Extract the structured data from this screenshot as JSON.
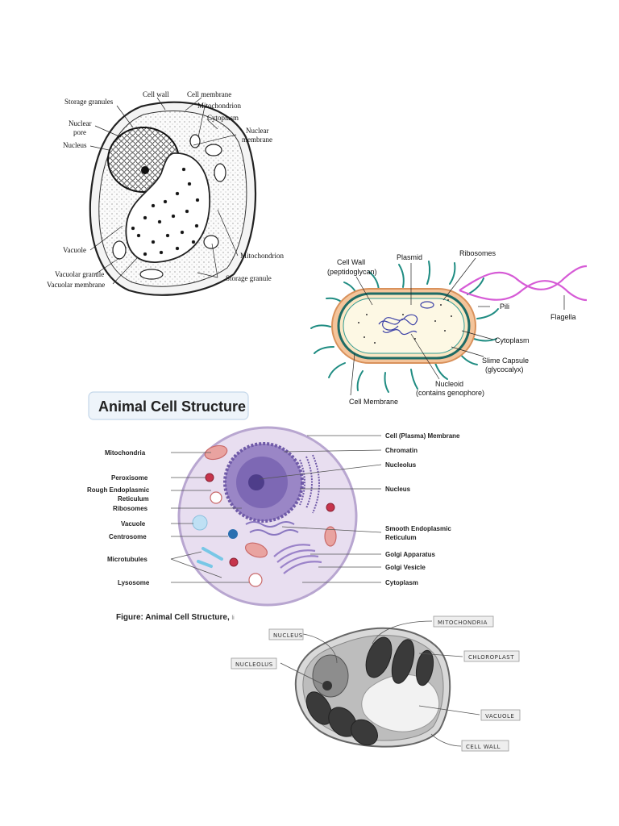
{
  "plant_cell": {
    "labels": {
      "storage_granules": "Storage granules",
      "cell_wall": "Cell wall",
      "cell_membrane": "Cell membrane",
      "mitochondrion_top": "Mitochondrion",
      "cytoplasm": "Cytoplasm",
      "nuclear_pore_1": "Nuclear",
      "nuclear_pore_2": "pore",
      "nucleus": "Nucleus",
      "nuclear_membrane_1": "Nuclear",
      "nuclear_membrane_2": "membrane",
      "vacuole": "Vacuole",
      "mitochondrion_bottom": "Mitochondrion",
      "vacuolar_granule": "Vacuolar granule",
      "storage_granule": "Storage granule",
      "vacuolar_membrane": "Vacuolar membrane"
    }
  },
  "bacterial_cell": {
    "labels": {
      "ribosomes": "Ribosomes",
      "plasmid": "Plasmid",
      "cell_wall_1": "Cell Wall",
      "cell_wall_2": "(peptidoglycan)",
      "pili": "Pili",
      "flagella": "Flagella",
      "cytoplasm": "Cytoplasm",
      "slime_capsule_1": "Slime Capsule",
      "slime_capsule_2": "(glycocalyx)",
      "nucleoid_1": "Nucleoid",
      "nucleoid_2": "(contains genophore)",
      "cell_membrane": "Cell Membrane"
    }
  },
  "animal_cell": {
    "title": "Animal Cell Structure",
    "caption_bold": "Figure: Animal Cell Structure,",
    "caption_rest": "li",
    "labels_left": {
      "mitochondria": "Mitochondria",
      "peroxisome": "Peroxisome",
      "rough_er_1": "Rough Endoplasmic",
      "rough_er_2": "Reticulum",
      "ribosomes": "Ribosomes",
      "vacuole": "Vacuole",
      "centrosome": "Centrosome",
      "microtubules": "Microtubules",
      "lysosome": "Lysosome"
    },
    "labels_right": {
      "cell_membrane": "Cell (Plasma) Membrane",
      "chromatin": "Chromatin",
      "nucleolus": "Nucleolus",
      "nucleus": "Nucleus",
      "smooth_er_1": "Smooth Endoplasmic",
      "smooth_er_2": "Reticulum",
      "golgi_apparatus": "Golgi Apparatus",
      "golgi_vesicle": "Golgi Vesicle",
      "cytoplasm": "Cytoplasm"
    },
    "colors": {
      "cell_fill": "#e8def0",
      "cell_border": "#b8a6d0",
      "nucleus": "#6f5aa8",
      "mitochondria": "#e9a3a0",
      "peroxisome": "#c6344c"
    }
  },
  "grey_cell": {
    "labels": {
      "nucleus": "NUCLEUS",
      "mitochondria": "MITOCHONDRIA",
      "chloroplast": "CHLOROPLAST",
      "nucleolus": "NUCLEOLUS",
      "vacuole": "VACUOLE",
      "cell_wall": "CELL WALL"
    }
  }
}
